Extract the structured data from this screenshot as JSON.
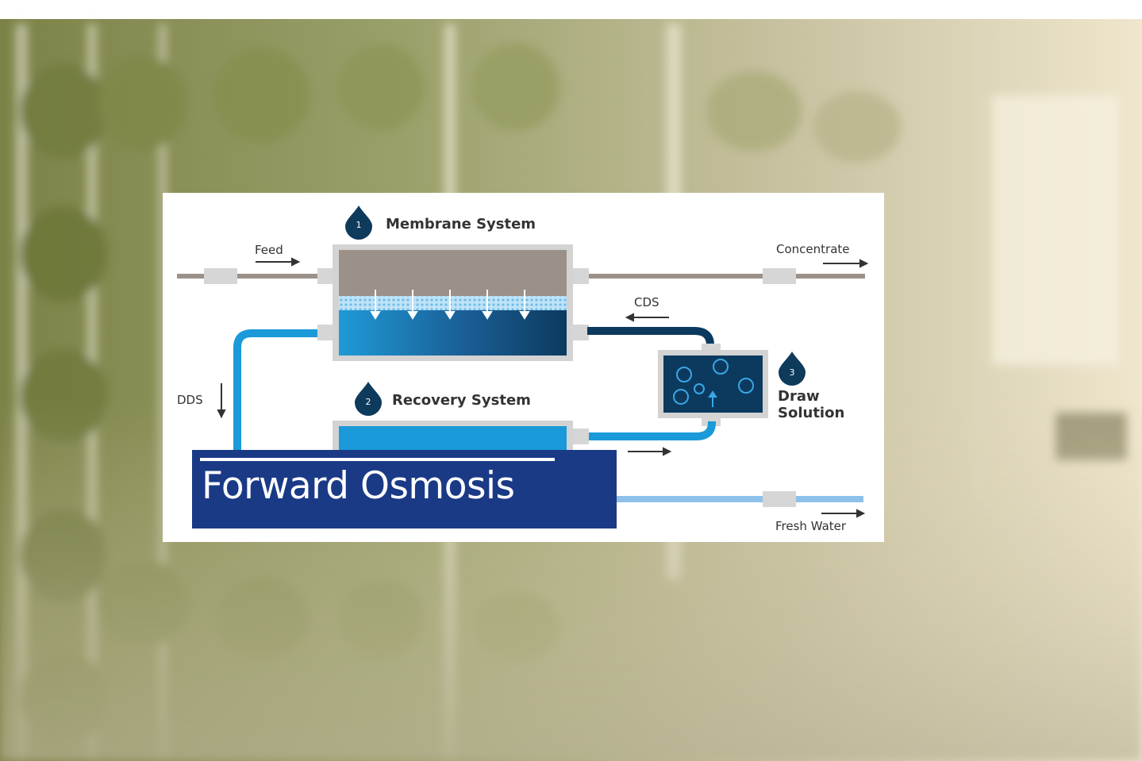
{
  "diagram": {
    "membrane_system": {
      "step": "1",
      "label": "Membrane System"
    },
    "recovery_system": {
      "step": "2",
      "label": "Recovery System"
    },
    "draw_solution": {
      "step": "3",
      "label_line1": "Draw",
      "label_line2": "Solution"
    },
    "flows": {
      "feed": "Feed",
      "concentrate": "Concentrate",
      "cds": "CDS",
      "dds": "DDS",
      "fresh_water": "Fresh Water"
    }
  },
  "caption": {
    "title": "Forward Osmosis"
  },
  "colors": {
    "caption_bg": "#1a3a86",
    "dark_navy": "#0c3a5e",
    "bright_blue": "#1a9ad8",
    "light_blue": "#8ec1ea",
    "feed_gray": "#9b9189",
    "drop_navy": "#0e3a5c"
  }
}
